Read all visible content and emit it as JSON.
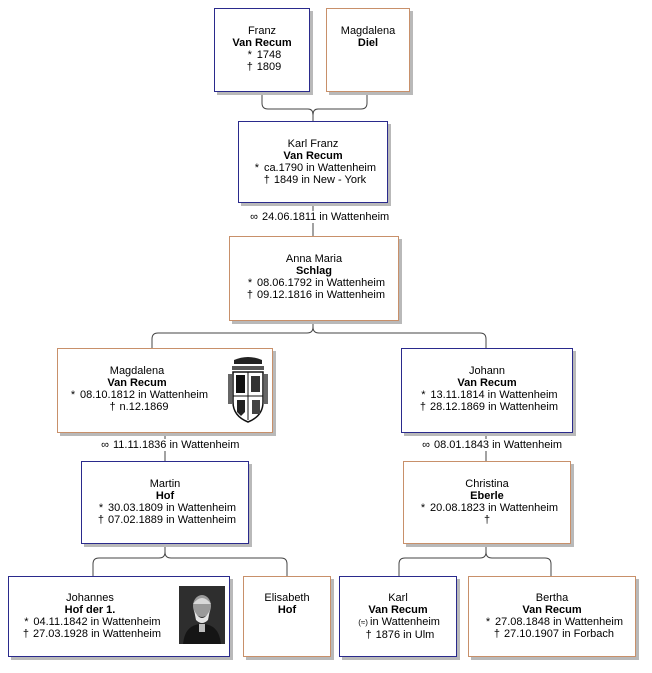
{
  "symbols": {
    "birth": "*",
    "death": "†",
    "marriage": "∞",
    "baptism": "(≈)"
  },
  "people": {
    "franz": {
      "given": "Franz",
      "surname": "Van Recum",
      "birth": "1748",
      "death": "1809"
    },
    "magdalena_diel": {
      "given": "Magdalena",
      "surname": "Diel"
    },
    "karl_franz": {
      "given": "Karl Franz",
      "surname": "Van Recum",
      "birth": "ca.1790 in Wattenheim",
      "death": "1849 in New - York"
    },
    "anna_maria": {
      "given": "Anna Maria",
      "surname": "Schlag",
      "birth": "08.06.1792 in Wattenheim",
      "death": "09.12.1816 in Wattenheim"
    },
    "magdalena_vr": {
      "given": "Magdalena",
      "surname": "Van Recum",
      "birth": "08.10.1812 in Wattenheim",
      "death": "n.12.1869"
    },
    "johann": {
      "given": "Johann",
      "surname": "Van Recum",
      "birth": "13.11.1814 in Wattenheim",
      "death": "28.12.1869 in Wattenheim"
    },
    "martin": {
      "given": "Martin",
      "surname": "Hof",
      "birth": "30.03.1809 in Wattenheim",
      "death": "07.02.1889 in Wattenheim"
    },
    "christina": {
      "given": "Christina",
      "surname": "Eberle",
      "birth": "20.08.1823 in Wattenheim",
      "death": ""
    },
    "johannes": {
      "given": "Johannes",
      "surname": "Hof der 1.",
      "birth": "04.11.1842 in Wattenheim",
      "death": "27.03.1928 in Wattenheim"
    },
    "elisabeth": {
      "given": "Elisabeth",
      "surname": "Hof"
    },
    "karl": {
      "given": "Karl",
      "surname": "Van Recum",
      "baptism": "in Wattenheim",
      "death": "1876 in Ulm"
    },
    "bertha": {
      "given": "Bertha",
      "surname": "Van Recum",
      "birth": "27.08.1848 in Wattenheim",
      "death": "27.10.1907 in Forbach"
    }
  },
  "marriages": {
    "karl_anna": "24.06.1811 in Wattenheim",
    "magdalena_martin": "11.11.1836 in Wattenheim",
    "johann_christina": "08.01.1843 in Wattenheim"
  },
  "images": {
    "coat_of_arms": "coat-of-arms",
    "portrait": "portrait-photo"
  },
  "colors": {
    "male_border": "#2a2a8c",
    "female_border": "#c8906a",
    "line": "#444444",
    "shadow": "#b9b9b9"
  }
}
